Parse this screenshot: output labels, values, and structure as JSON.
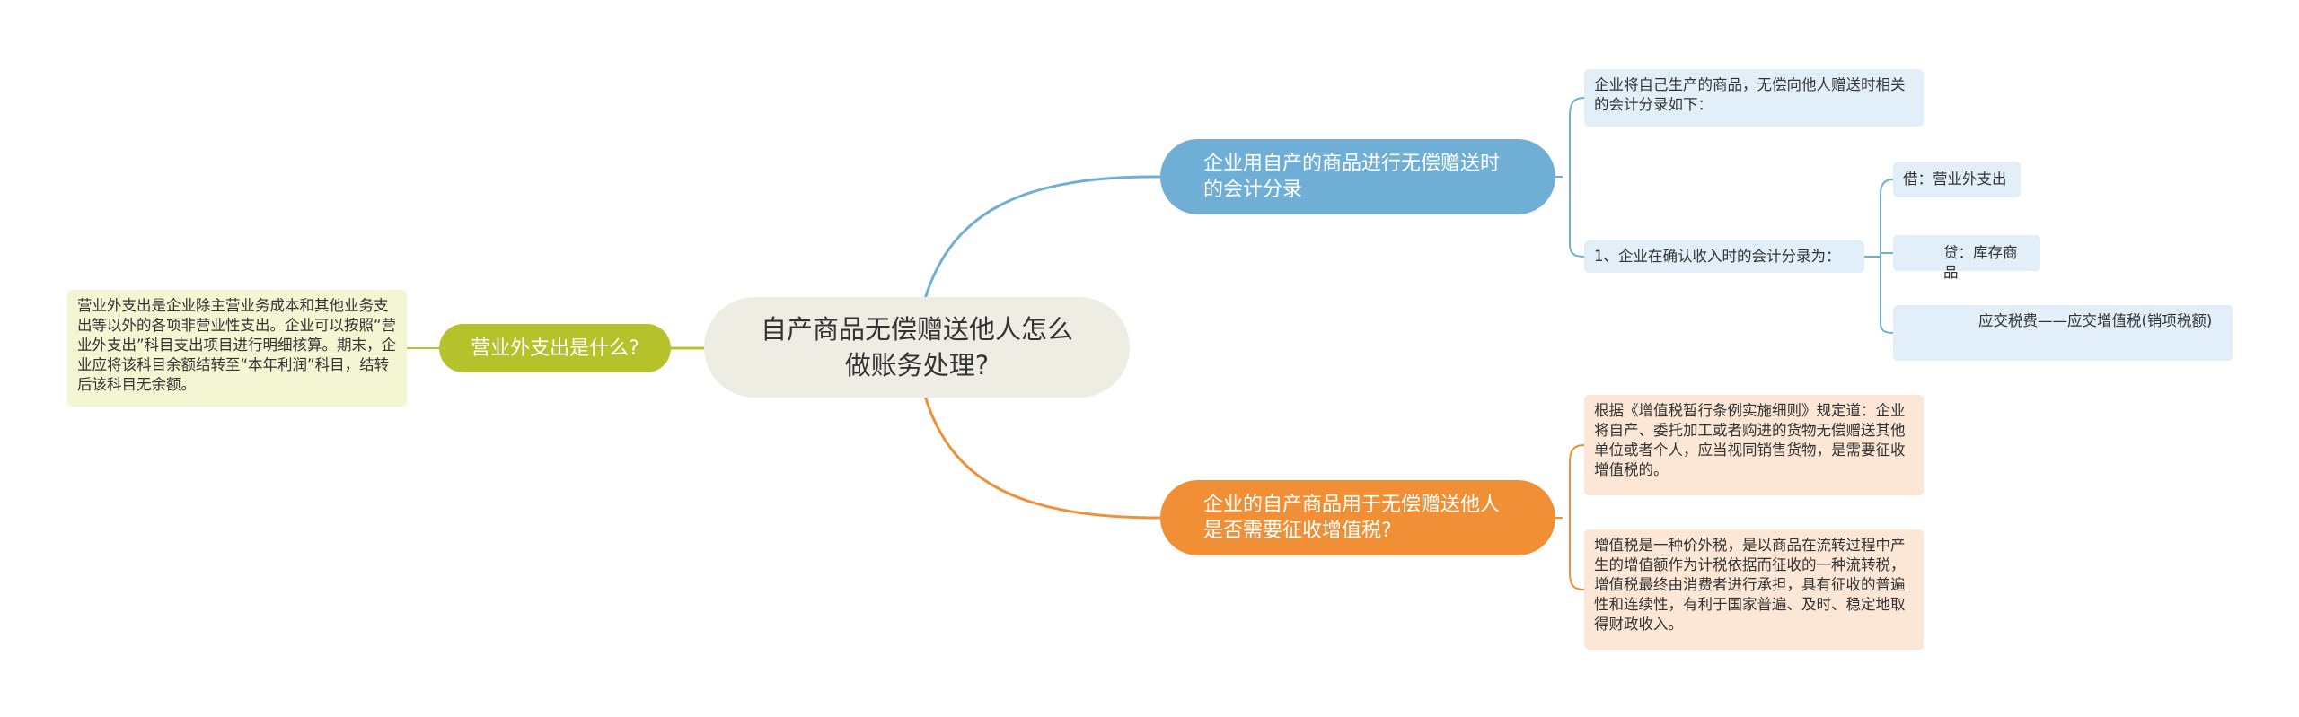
{
  "colors": {
    "central_bg": "#eeede4",
    "blue_branch": "#6fafd6",
    "orange_branch": "#f08f35",
    "olive_branch": "#b5c22b",
    "blue_leaf": "#e2eff8",
    "orange_leaf": "#fce7d6",
    "yellow_leaf": "#f4f5d3"
  },
  "central": {
    "title": "自产商品无偿赠送他人怎么做账务处理?"
  },
  "branch_top": {
    "label": "企业用自产的商品进行无偿赠送时的会计分录",
    "leaf_intro": "企业将自己生产的商品，无偿向他人赠送时相关的会计分录如下：",
    "leaf_entry": "1、企业在确认收入时的会计分录为：",
    "sub_debit": "借：营业外支出",
    "sub_credit": "贷：库存商品",
    "sub_tax": "应交税费——应交增值税(销项税额)"
  },
  "branch_bottom": {
    "label": "企业的自产商品用于无偿赠送他人是否需要征收增值税?",
    "leaf_rule": "根据《增值税暂行条例实施细则》规定道：企业将自产、委托加工或者购进的货物无偿赠送其他单位或者个人，应当视同销售货物，是需要征收增值税的。",
    "leaf_vat": "增值税是一种价外税，是以商品在流转过程中产生的增值额作为计税依据而征收的一种流转税，增值税最终由消费者进行承担，具有征收的普遍性和连续性，有利于国家普遍、及时、稳定地取得财政收入。"
  },
  "branch_left": {
    "label": "营业外支出是什么?",
    "leaf_def": "营业外支出是企业除主营业务成本和其他业务支出等以外的各项非营业性支出。企业可以按照“营业外支出”科目支出项目进行明细核算。期末，企业应将该科目余额结转至“本年利润”科目，结转后该科目无余额。"
  }
}
